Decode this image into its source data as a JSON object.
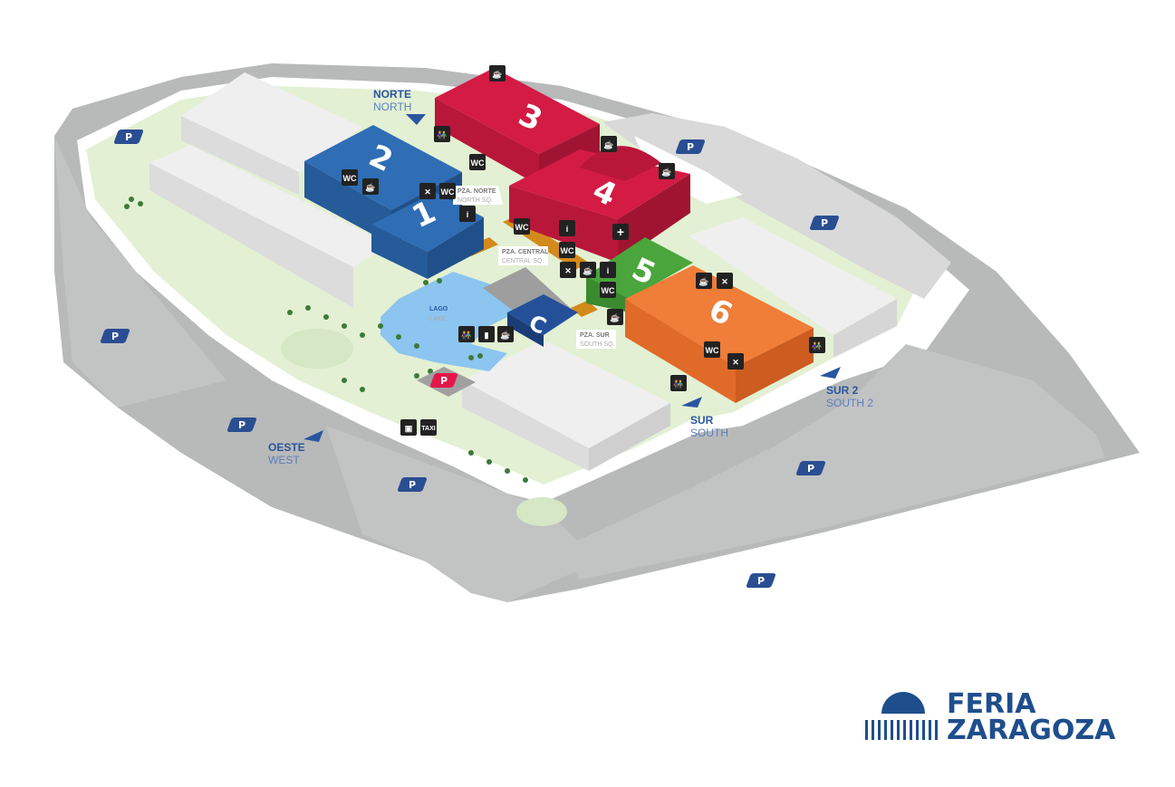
{
  "map": {
    "halls": {
      "h1": "1",
      "h2": "2",
      "h3": "3",
      "h4": "4",
      "h5": "5",
      "h6": "6",
      "hc": "C"
    },
    "entrances": {
      "north": {
        "es": "NORTE",
        "en": "NORTH"
      },
      "south": {
        "es": "SUR",
        "en": "SOUTH"
      },
      "south2": {
        "es": "SUR 2",
        "en": "SOUTH 2"
      },
      "west": {
        "es": "OESTE",
        "en": "WEST"
      }
    },
    "squares": {
      "north": {
        "es": "PZA. NORTE",
        "en": "NORTH SQ."
      },
      "central": {
        "es": "PZA. CENTRAL",
        "en": "CENTRAL SQ."
      },
      "south": {
        "es": "PZA. SUR",
        "en": "SOUTH SQ."
      }
    },
    "lake": {
      "es": "LAGO",
      "en": "LAKE"
    },
    "icons": {
      "wc": "WC",
      "taxi": "TAXI",
      "info": "i",
      "parking": "P",
      "first_aid": "+",
      "cafe": "☕",
      "restaurant": "✕",
      "toilets": "👫",
      "bus": "▣",
      "atm": "▮"
    }
  },
  "colors": {
    "hall12": "#2f6db5",
    "hall34": "#d31b44",
    "hall5": "#4aa53c",
    "hall6": "#f07d38",
    "hallC": "#24509a",
    "parking": "#2a4e92",
    "lake": "#8cc5ef",
    "grass": "#e3f0d3",
    "road": "#b8b9b9"
  },
  "logo": {
    "line1": "FERIA",
    "line2": "ZARAGOZA"
  }
}
